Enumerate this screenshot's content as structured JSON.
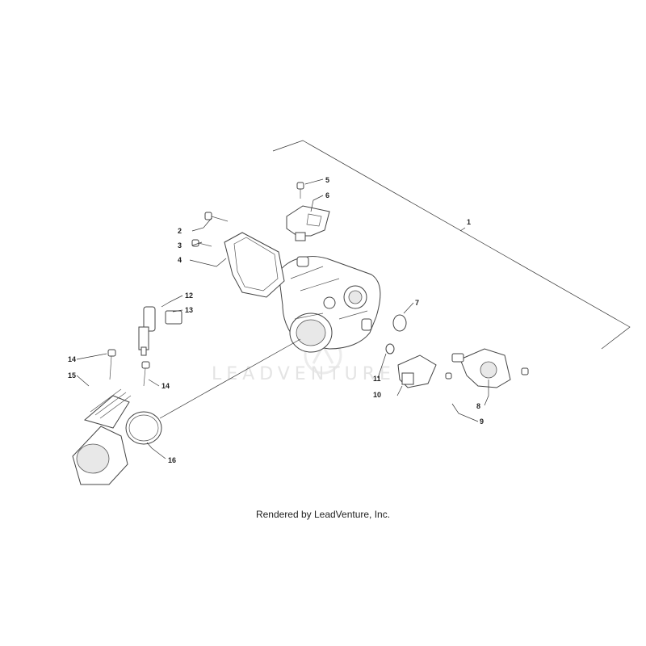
{
  "watermark": "LEADVENTURE",
  "caption": "Rendered by LeadVenture, Inc.",
  "callouts": [
    "1",
    "2",
    "3",
    "4",
    "5",
    "6",
    "7",
    "8",
    "9",
    "10",
    "11",
    "12",
    "13",
    "14",
    "14",
    "15",
    "16"
  ]
}
